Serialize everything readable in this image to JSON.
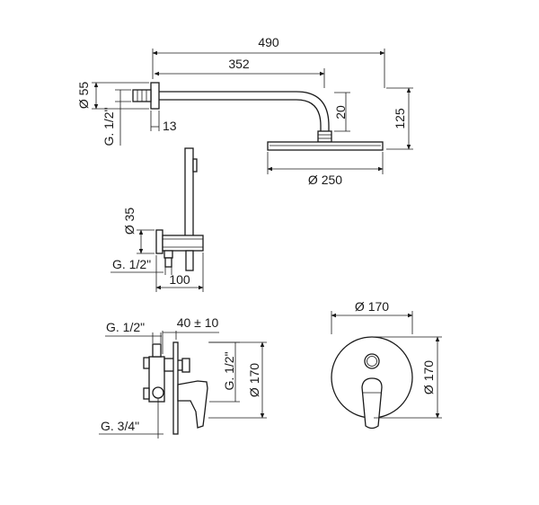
{
  "dimensions": {
    "arm_total_length": "490",
    "arm_reach": "352",
    "flange_diameter": "Ø 55",
    "inlet_thread_top": "G. 1/2\"",
    "flange_depth": "13",
    "head_drop": "20",
    "total_height": "125",
    "head_diameter": "Ø 250",
    "holder_diameter": "Ø 35",
    "holder_thread": "G. 1/2\"",
    "holder_depth": "100",
    "valve_inlet_thread": "G. 1/2\"",
    "valve_depth_range": "40 ± 10",
    "valve_side_thread": "G. 1/2\"",
    "valve_plate_height": "Ø 170",
    "valve_outlet_thread": "G. 3/4\"",
    "front_plate_width": "Ø 170",
    "front_plate_height": "Ø 170"
  }
}
